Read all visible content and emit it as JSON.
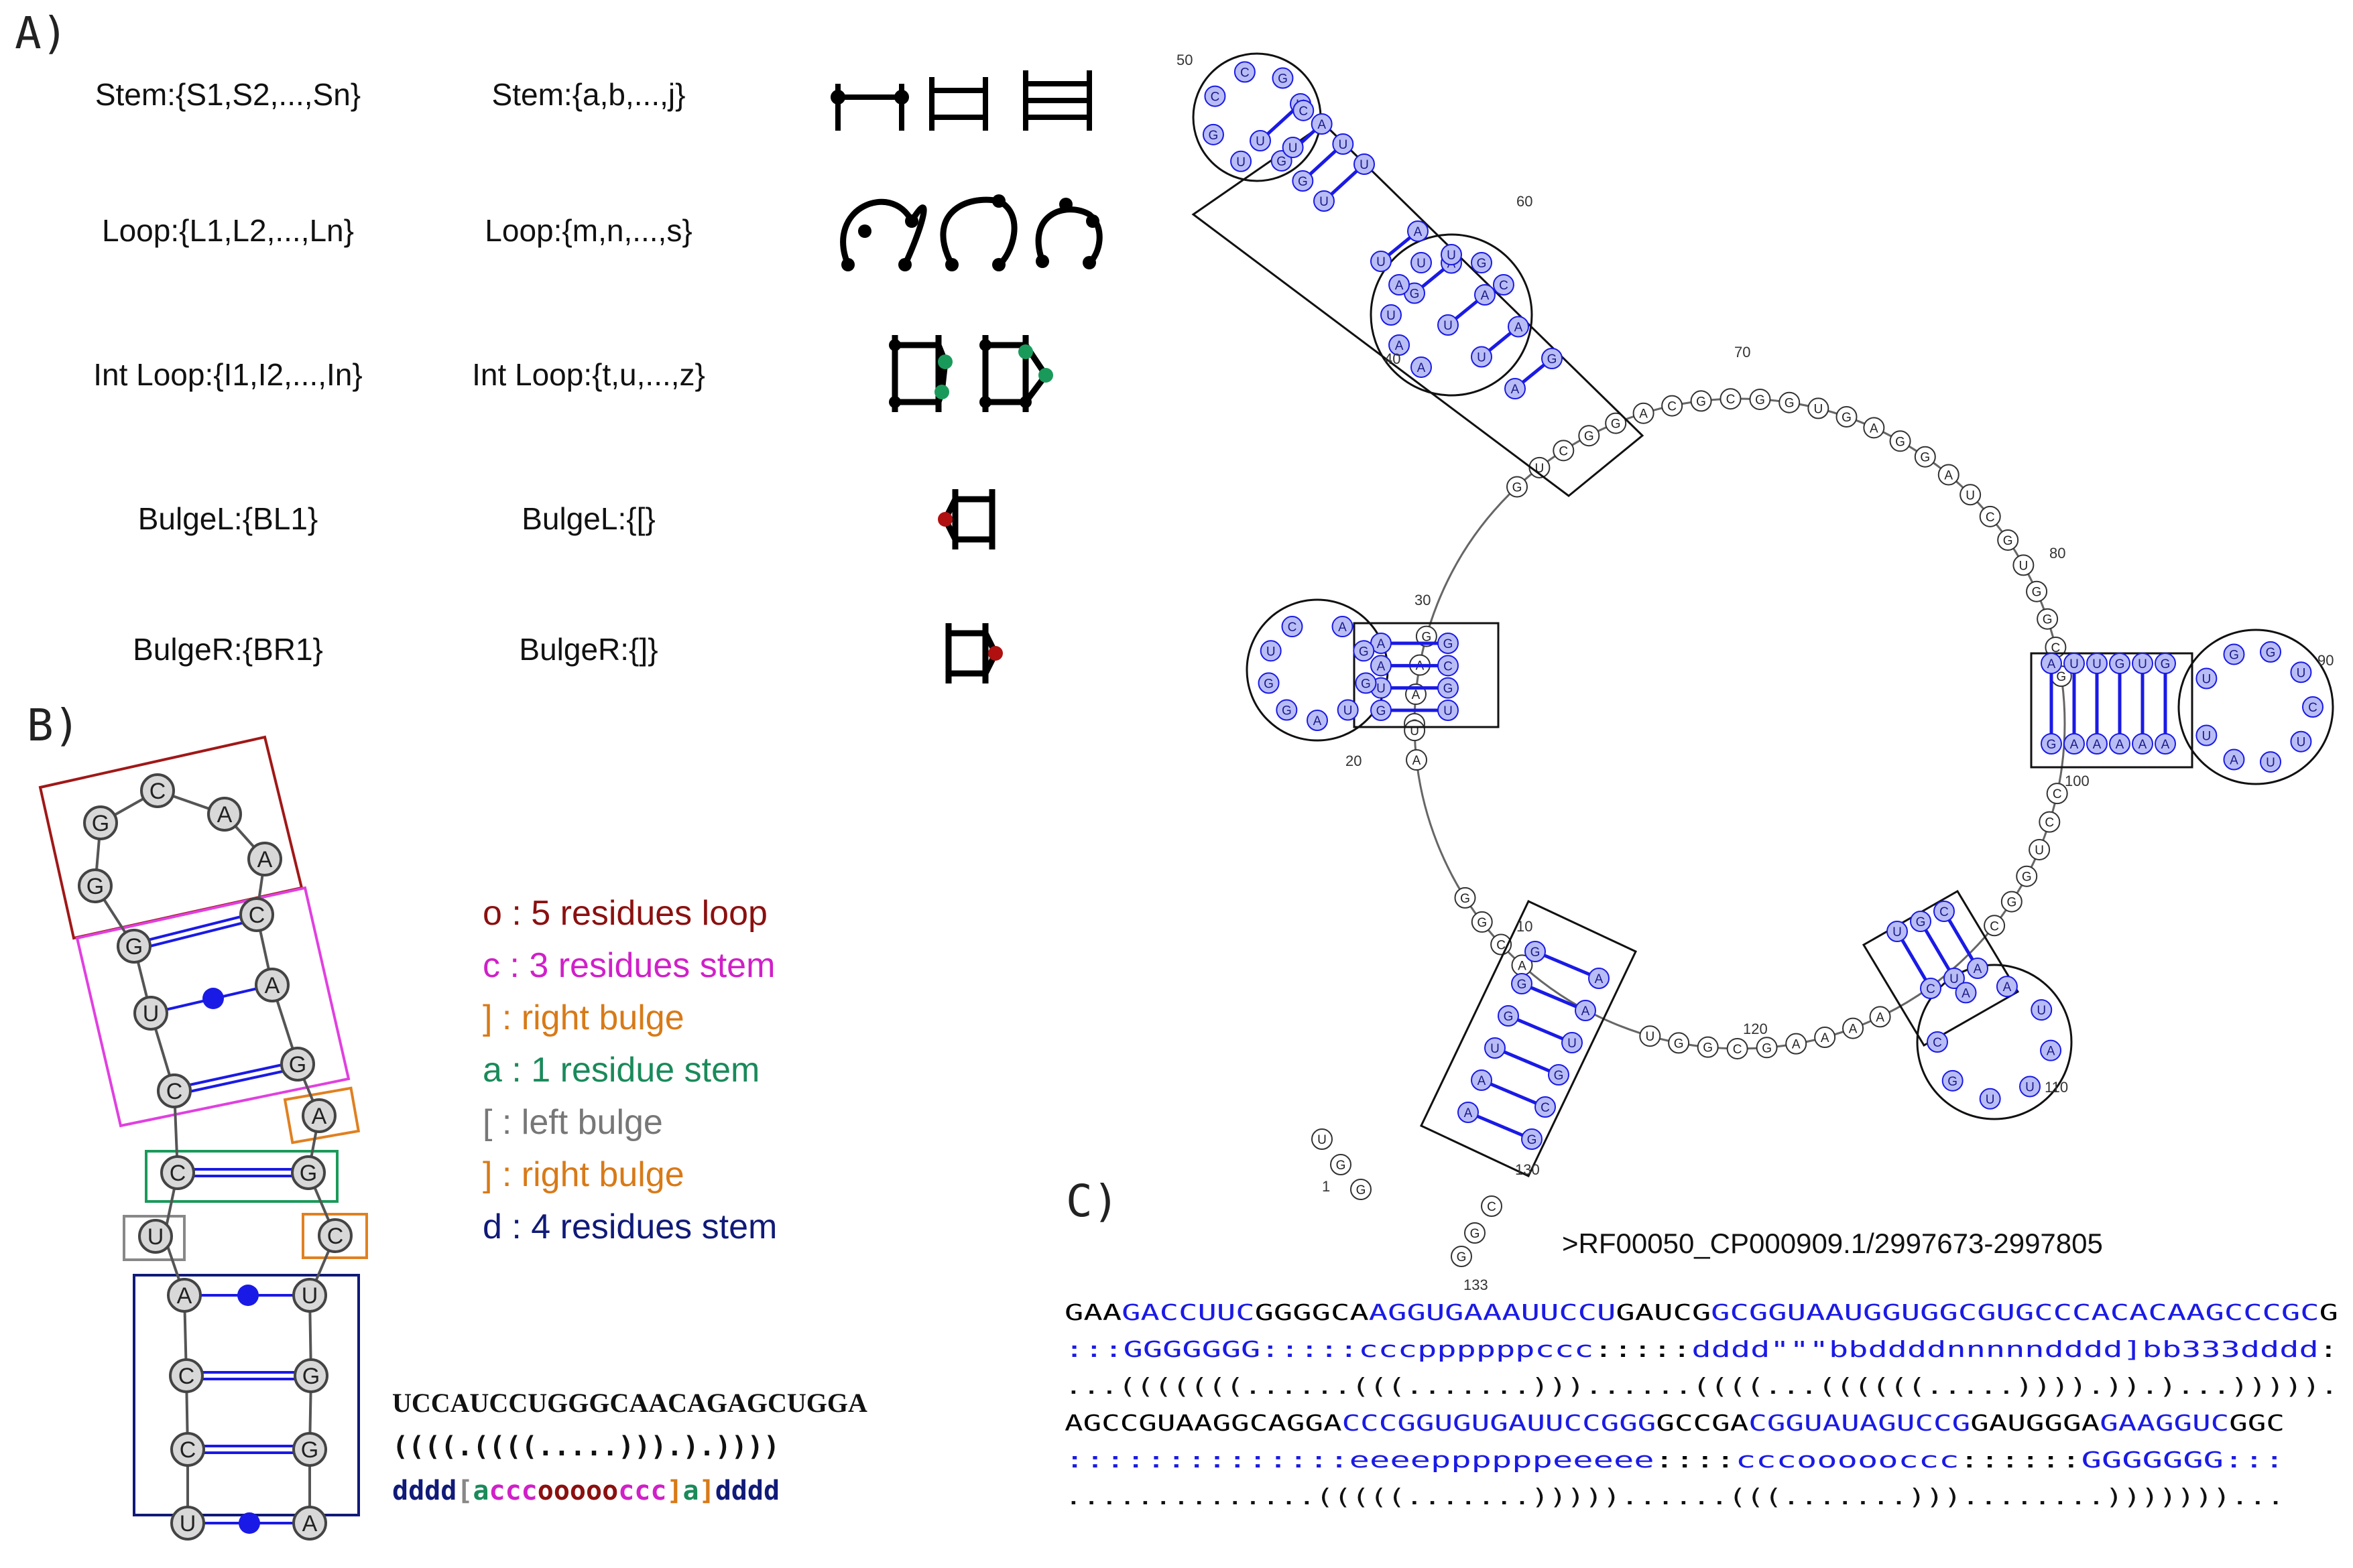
{
  "panels": {
    "a": "A)",
    "b": "B)",
    "c": "C)"
  },
  "panel_a": {
    "rows": [
      {
        "left": "Stem:{S1,S2,...,Sn}",
        "right": "Stem:{a,b,...,j}",
        "icon": "stem-icons"
      },
      {
        "left": "Loop:{L1,L2,...,Ln}",
        "right": "Loop:{m,n,...,s}",
        "icon": "loop-icons"
      },
      {
        "left": "Int Loop:{I1,I2,...,In}",
        "right": "Int Loop:{t,u,...,z}",
        "icon": "internal-loop-icons"
      },
      {
        "left": "BulgeL:{BL1}",
        "right": "BulgeL:{[}",
        "icon": "bulge-left-icon"
      },
      {
        "left": "BulgeR:{BR1}",
        "right": "BulgeR:{]}",
        "icon": "bulge-right-icon"
      }
    ]
  },
  "panel_b": {
    "hairpin_nucleotides": [
      "G",
      "C",
      "A",
      "A",
      "G",
      "C",
      "U",
      "A",
      "C",
      "G",
      "A",
      "C",
      "G",
      "U",
      "C",
      "A",
      "U",
      "C",
      "G",
      "C",
      "G",
      "U",
      "A"
    ],
    "legend": [
      {
        "text": "o : 5 residues loop",
        "color": "#8b1010"
      },
      {
        "text": "c : 3 residues stem",
        "color": "#d020c8"
      },
      {
        "text": "] : right bulge",
        "color": "#d87a18"
      },
      {
        "text": "a : 1 residue stem",
        "color": "#1a8a5a"
      },
      {
        "text": "[ : left bulge",
        "color": "#777777"
      },
      {
        "text": "] : right bulge",
        "color": "#d87a18"
      },
      {
        "text": "d : 4 residues stem",
        "color": "#101a78"
      }
    ],
    "sequence": "UCCAUCCUGGGCAACAGAGCUGGA",
    "dotbracket": "((((.((((.....))).).))))",
    "encoding": [
      {
        "text": "dddd",
        "color": "#101a78"
      },
      {
        "text": "[",
        "color": "#888888"
      },
      {
        "text": "a",
        "color": "#1a8a5a"
      },
      {
        "text": "ccc",
        "color": "#d020c8"
      },
      {
        "text": "ooooo",
        "color": "#8b1010"
      },
      {
        "text": "ccc",
        "color": "#d020c8"
      },
      {
        "text": "]",
        "color": "#d87a18"
      },
      {
        "text": "a",
        "color": "#1a8a5a"
      },
      {
        "text": "]",
        "color": "#d87a18"
      },
      {
        "text": "dddd",
        "color": "#101a78"
      }
    ]
  },
  "panel_c": {
    "header": ">RF00050_CP000909.1/2997673-2997805",
    "block1": {
      "seq": [
        {
          "t": "GAA",
          "c": "#000000"
        },
        {
          "t": "GACCUUC",
          "c": "#1a1ae6"
        },
        {
          "t": "GGGGCA",
          "c": "#000000"
        },
        {
          "t": "AGGUGAAAUUCCU",
          "c": "#1a1ae6"
        },
        {
          "t": "GAUCG",
          "c": "#000000"
        },
        {
          "t": "GCGGUAAUGGUGGCGUGCCCACACAAGCCCGC",
          "c": "#1a1ae6"
        },
        {
          "t": "G",
          "c": "#000000"
        }
      ],
      "code": [
        {
          "t": ":::",
          "c": "#1a1ae6"
        },
        {
          "t": "GGGGGGG",
          "c": "#1a1ae6"
        },
        {
          "t": ":::::",
          "c": "#1a1ae6"
        },
        {
          "t": "cccppppppccc",
          "c": "#1a1ae6"
        },
        {
          "t": ":::::",
          "c": "#000000"
        },
        {
          "t": "dddd\"\"\"bbddddnnnnndddd]bb333dddd",
          "c": "#1a1ae6"
        },
        {
          "t": ":",
          "c": "#000000"
        }
      ],
      "db": "...(((((((......(((.......)))......((((...((((((.....)))).)).)...)))))."
    },
    "block2": {
      "seq": [
        {
          "t": "AGCCGUAAGGCAGGA",
          "c": "#000000"
        },
        {
          "t": "CCCGGUGUGAUUCCGGG",
          "c": "#1a1ae6"
        },
        {
          "t": "GCCGA",
          "c": "#000000"
        },
        {
          "t": "CGGUAUAGUCCG",
          "c": "#1a1ae6"
        },
        {
          "t": "GAUGGGA",
          "c": "#000000"
        },
        {
          "t": "GAAGGUC",
          "c": "#1a1ae6"
        },
        {
          "t": "GGC",
          "c": "#000000"
        }
      ],
      "code": [
        {
          "t": "::::::::::::::",
          "c": "#1a1ae6"
        },
        {
          "t": "eeeeppppppeeeee",
          "c": "#1a1ae6"
        },
        {
          "t": "::::",
          "c": "#000000"
        },
        {
          "t": "cccoooooccc",
          "c": "#1a1ae6"
        },
        {
          "t": "::::::",
          "c": "#000000"
        },
        {
          "t": "GGGGGGG",
          "c": "#1a1ae6"
        },
        {
          "t": ":::",
          "c": "#1a1ae6"
        }
      ],
      "db": "..............(((((.......)))))......(((.......)))........)))))))..."
    }
  },
  "rna_plot": {
    "position_labels": [
      "1",
      "10",
      "20",
      "30",
      "40",
      "50",
      "60",
      "70",
      "80",
      "90",
      "100",
      "110",
      "120",
      "130",
      "133"
    ],
    "stem_color": "#1a1ae6",
    "paired_fill": "#b9bdf5",
    "unpaired_fill": "#ffffff",
    "hairpin_loops": [
      [
        "A",
        "U",
        "U",
        "G",
        "U",
        "G",
        "A",
        "A",
        "A",
        "A"
      ],
      [
        "U",
        "G",
        "G",
        "U",
        "C",
        "U",
        "U",
        "A",
        "U",
        "A"
      ],
      [
        "U",
        "G",
        "C",
        "C",
        "G",
        "C",
        "U",
        "A",
        "A",
        "U"
      ],
      [
        "A",
        "A",
        "U",
        "A",
        "U",
        "U",
        "G",
        "C",
        "G",
        "A"
      ],
      [
        "A",
        "A",
        "U",
        "G",
        "G",
        "G",
        "C",
        "G",
        "U",
        "A"
      ],
      [
        "A",
        "G",
        "G",
        "U",
        "A",
        "G",
        "G",
        "U",
        "C",
        "G"
      ]
    ],
    "backbone": [
      "G",
      "A",
      "A",
      "G",
      "G",
      "U",
      "C",
      "G",
      "G",
      "A",
      "C",
      "G",
      "C",
      "G",
      "G",
      "U",
      "G",
      "A",
      "G",
      "G",
      "A",
      "U",
      "C",
      "G",
      "U",
      "G",
      "G",
      "C",
      "G",
      "C",
      "C",
      "U",
      "G",
      "G",
      "C",
      "A",
      "A",
      "A",
      "A",
      "G",
      "C",
      "G",
      "G",
      "U",
      "A",
      "C",
      "G",
      "G",
      "A",
      "U",
      "G",
      "C",
      "A",
      "G",
      "G",
      "G",
      "C",
      "C",
      "A",
      "C",
      "G",
      "G"
    ]
  }
}
